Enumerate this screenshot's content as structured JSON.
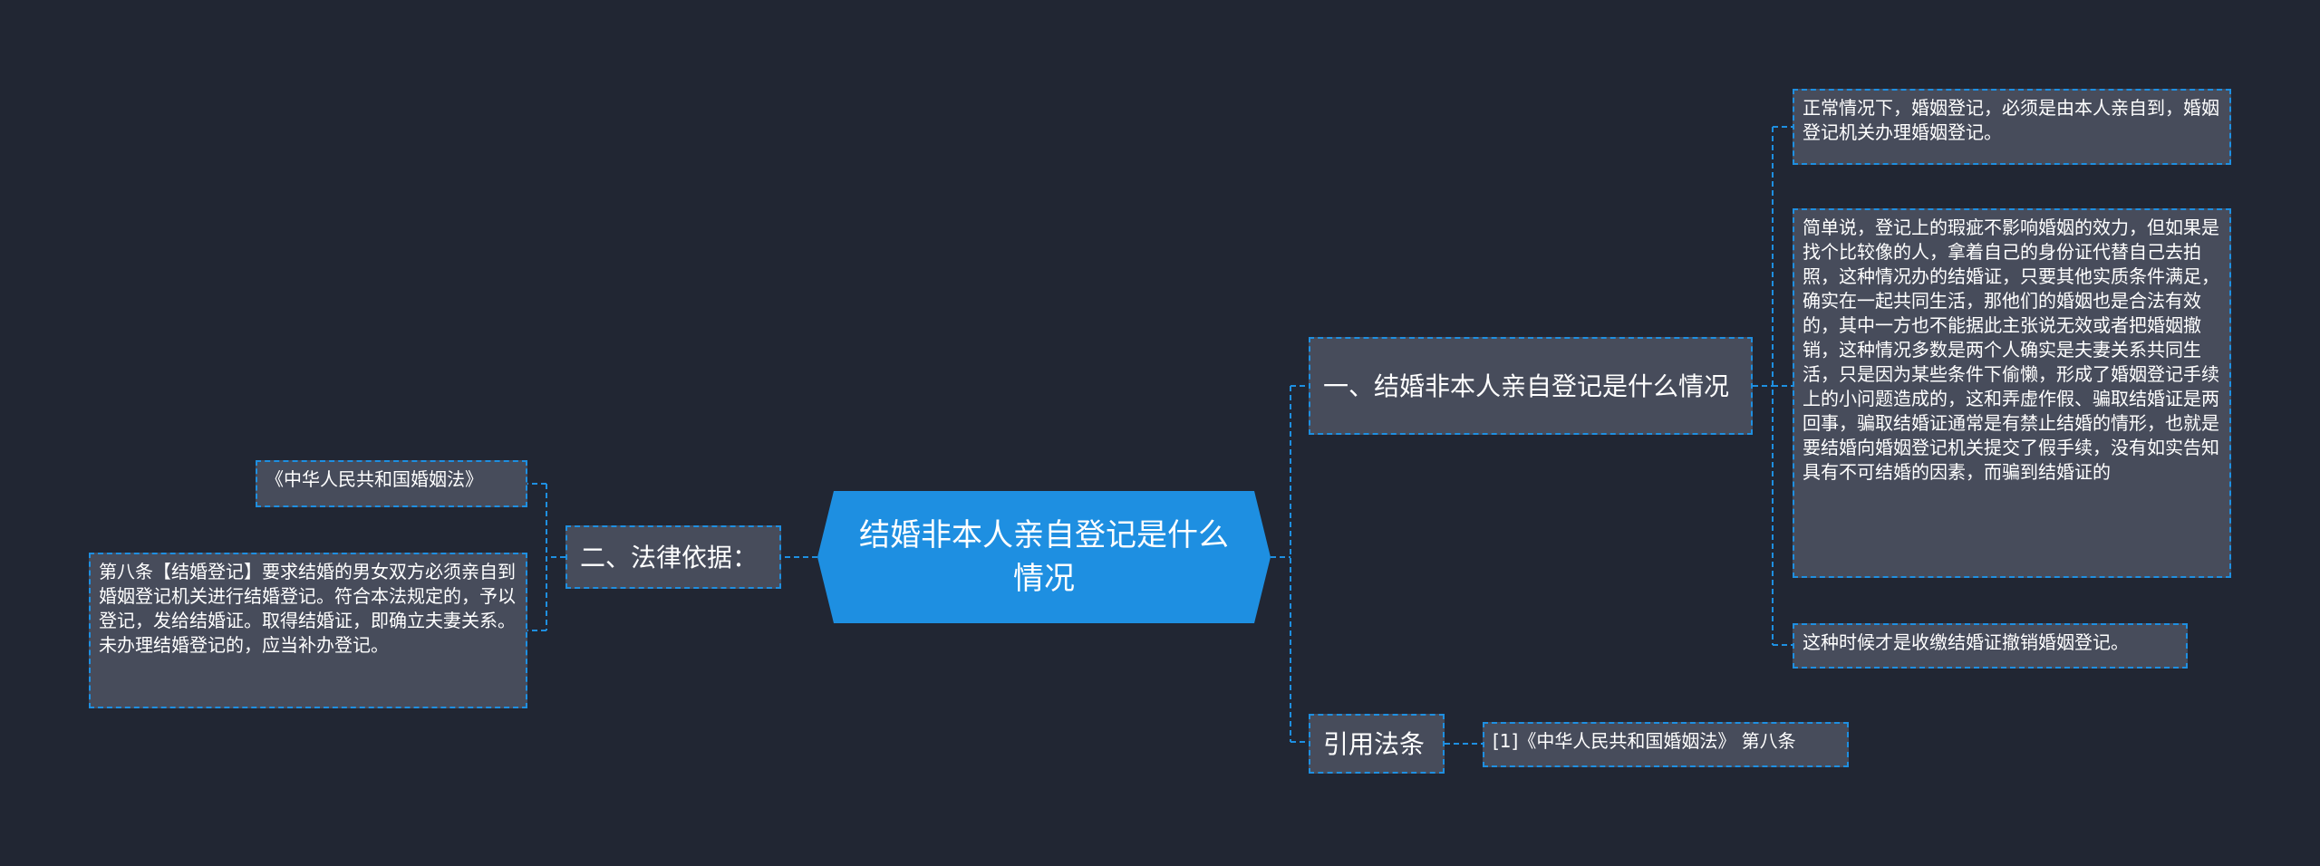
{
  "root": {
    "title": "结婚非本人亲自登记是什么情况"
  },
  "right": {
    "branch1": {
      "label": "一、结婚非本人亲自登记是什么情况",
      "leaves": [
        "正常情况下，婚姻登记，必须是由本人亲自到，婚姻登记机关办理婚姻登记。",
        "简单说，登记上的瑕疵不影响婚姻的效力，但如果是找个比较像的人，拿着自己的身份证代替自己去拍照，这种情况办的结婚证，只要其他实质条件满足，确实在一起共同生活，那他们的婚姻也是合法有效的，其中一方也不能据此主张说无效或者把婚姻撤销，这种情况多数是两个人确实是夫妻关系共同生活，只是因为某些条件下偷懒，形成了婚姻登记手续上的小问题造成的，这和弄虚作假、骗取结婚证是两回事，骗取结婚证通常是有禁止结婚的情形，也就是要结婚向婚姻登记机关提交了假手续，没有如实告知具有不可结婚的因素，而骗到结婚证的",
        "这种时候才是收缴结婚证撤销婚姻登记。"
      ]
    },
    "branch2": {
      "label": "引用法条",
      "leaves": [
        "[1]《中华人民共和国婚姻法》 第八条"
      ]
    }
  },
  "left": {
    "branch": {
      "label": "二、法律依据：",
      "leaves": [
        "《中华人民共和国婚姻法》",
        "第八条【结婚登记】要求结婚的男女双方必须亲自到婚姻登记机关进行结婚登记。符合本法规定的，予以登记，发给结婚证。取得结婚证，即确立夫妻关系。未办理结婚登记的，应当补办登记。"
      ]
    }
  },
  "colors": {
    "background": "#212633",
    "node_fill": "#474c5b",
    "root_fill": "#1e8fe1",
    "connector": "#1e8fe1",
    "text": "#ffffff"
  }
}
